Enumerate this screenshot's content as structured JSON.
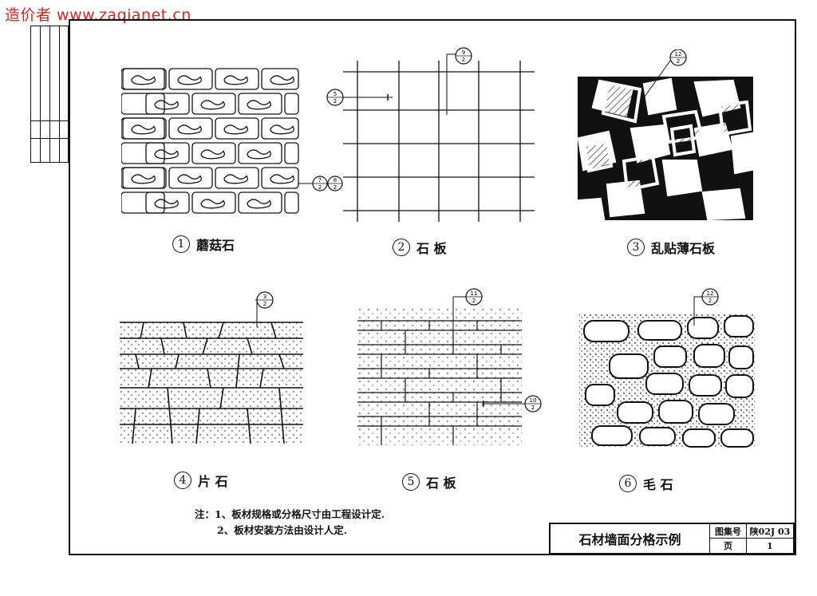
{
  "watermark": "造价者 www.zaqianet.cn",
  "panels": [
    {
      "num": "1",
      "label": "蘑菇石",
      "callout_top": "7",
      "callout_bottom": "2",
      "callout2_top": "8",
      "callout2_bottom": "2"
    },
    {
      "num": "2",
      "label": "石 板",
      "callout_top": "9",
      "callout_bottom": "2",
      "callout2_top": "5",
      "callout2_bottom": "2"
    },
    {
      "num": "3",
      "label": "乱贴薄石板",
      "callout_top": "12",
      "callout_bottom": "2"
    },
    {
      "num": "4",
      "label": "片 石",
      "callout_top": "3",
      "callout_bottom": "2"
    },
    {
      "num": "5",
      "label": "石 板",
      "callout_top": "11",
      "callout_bottom": "2",
      "callout2_top": "10",
      "callout2_bottom": "2"
    },
    {
      "num": "6",
      "label": "毛 石",
      "callout_top": "12",
      "callout_bottom": "2"
    }
  ],
  "notes": {
    "line1": "注：1、板材规格或分格尺寸由工程设计定.",
    "line2": "2、板材安装方法由设计人定."
  },
  "title_block": {
    "title": "石材墙面分格示例",
    "atlas_label": "图集号",
    "atlas_value": "陕02J 03",
    "page_label": "页",
    "page_value": "1"
  }
}
